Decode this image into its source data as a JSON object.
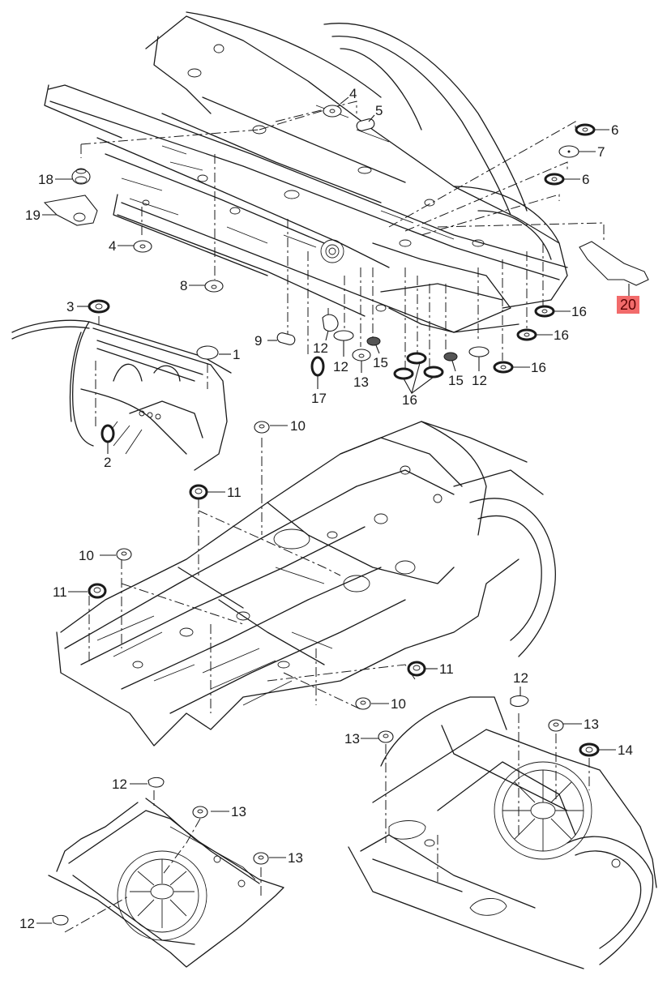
{
  "diagram": {
    "title": "Body underbody grommets / plugs exploded view",
    "highlight_color": "#f26b6b",
    "highlighted_part": "20",
    "views": [
      {
        "name": "front-underbody",
        "callouts": [
          "4",
          "5",
          "6",
          "7",
          "6",
          "18",
          "19",
          "4",
          "8",
          "20",
          "16",
          "16",
          "16",
          "9",
          "12",
          "12",
          "13",
          "15",
          "15",
          "16",
          "12",
          "17"
        ]
      },
      {
        "name": "side-pillar",
        "callouts": [
          "3",
          "1",
          "2"
        ]
      },
      {
        "name": "floor-pan",
        "callouts": [
          "10",
          "11",
          "10",
          "11",
          "11",
          "10"
        ]
      },
      {
        "name": "rear-section",
        "callouts": [
          "12",
          "13",
          "14",
          "13"
        ]
      },
      {
        "name": "spare-wheel-well",
        "callouts": [
          "12",
          "13",
          "13",
          "12"
        ]
      }
    ]
  },
  "callouts": {
    "c4a": "4",
    "c5": "5",
    "c6a": "6",
    "c7": "7",
    "c6b": "6",
    "c18": "18",
    "c19": "19",
    "c4b": "4",
    "c8": "8",
    "c20": "20",
    "c16a": "16",
    "c16b": "16",
    "c16c": "16",
    "c16d": "16",
    "c3": "3",
    "c1": "1",
    "c9": "9",
    "c12a": "12",
    "c12b": "12",
    "c12c": "12",
    "c13a": "13",
    "c15a": "15",
    "c15b": "15",
    "c17": "17",
    "c2": "2",
    "c10a": "10",
    "c11a": "11",
    "c10b": "10",
    "c11b": "11",
    "c11c": "11",
    "c10c": "10",
    "c12d": "12",
    "c13b": "13",
    "c14": "14",
    "c13c": "13",
    "c12e": "12",
    "c13d": "13",
    "c13e": "13",
    "c12f": "12"
  }
}
